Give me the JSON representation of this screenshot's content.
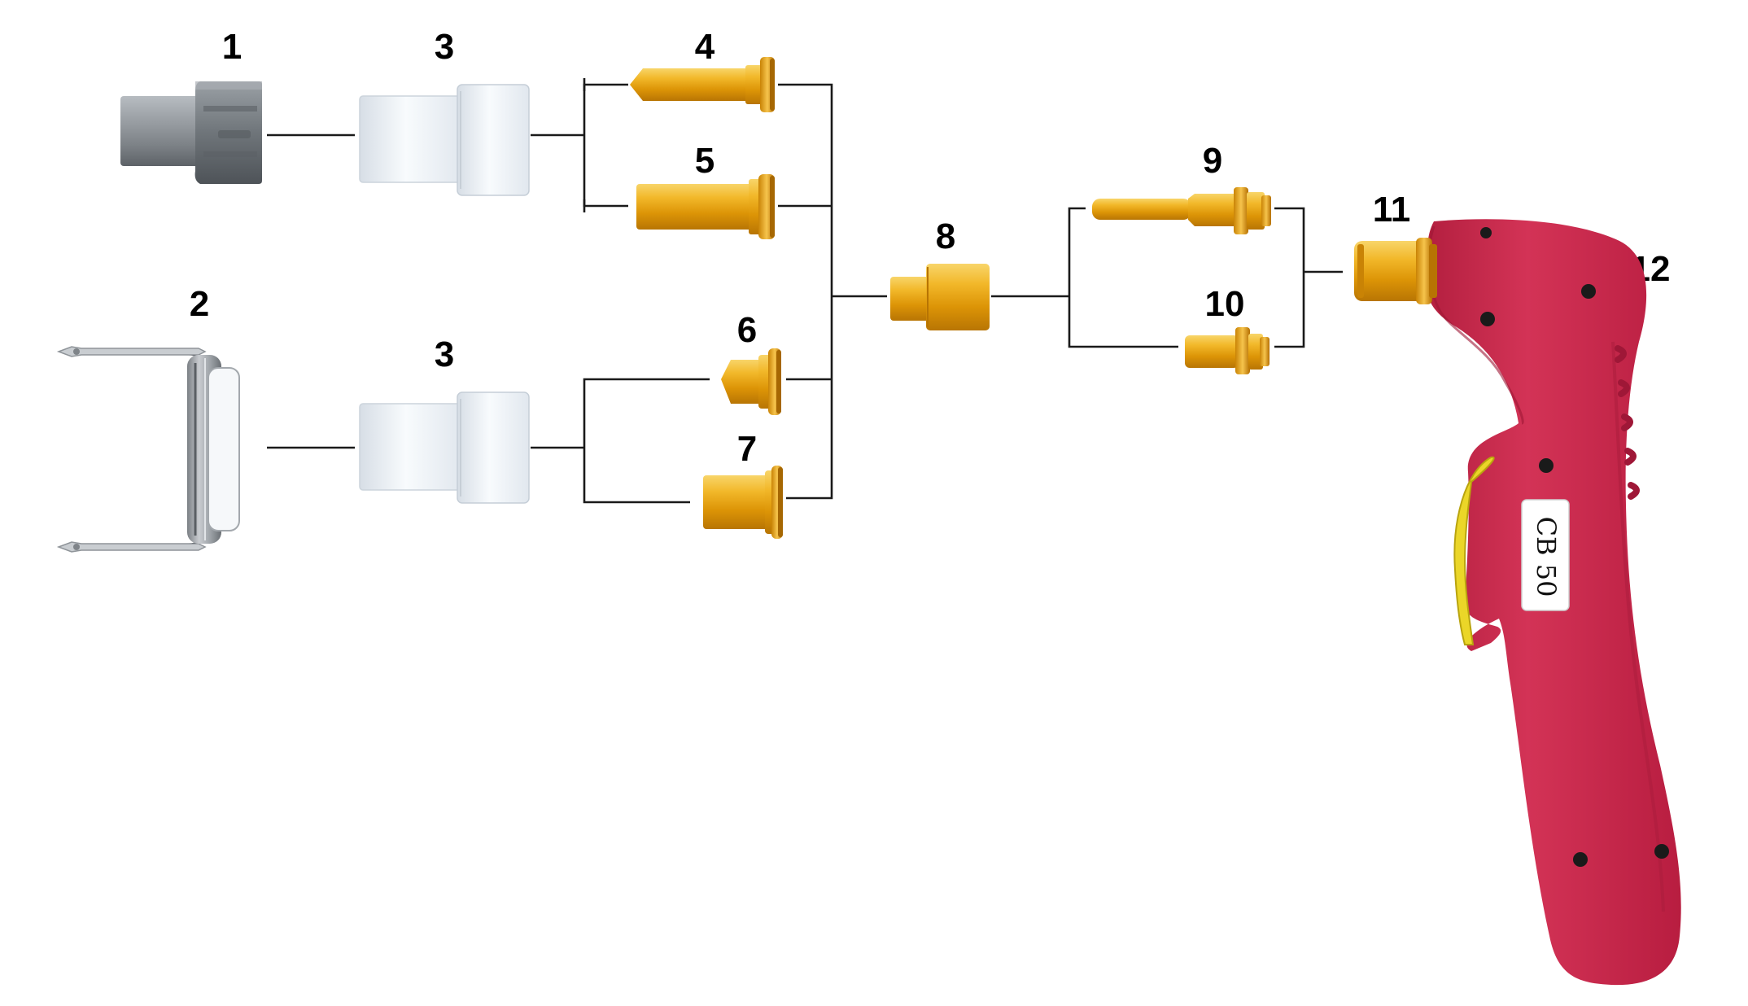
{
  "diagram": {
    "labels": {
      "p1": "1",
      "p2": "2",
      "p3a": "3",
      "p3b": "3",
      "p4": "4",
      "p5": "5",
      "p6": "6",
      "p7": "7",
      "p8": "8",
      "p9": "9",
      "p10": "10",
      "p11": "11",
      "p12": "12"
    },
    "torch_model": "CB 50",
    "colors": {
      "brass": "#e8a20f",
      "ceramic": "#eef2f6",
      "steel": "#8d9297",
      "torch": "#c8284a",
      "trigger": "#e9d22e",
      "line": "#1a1a1a"
    }
  }
}
